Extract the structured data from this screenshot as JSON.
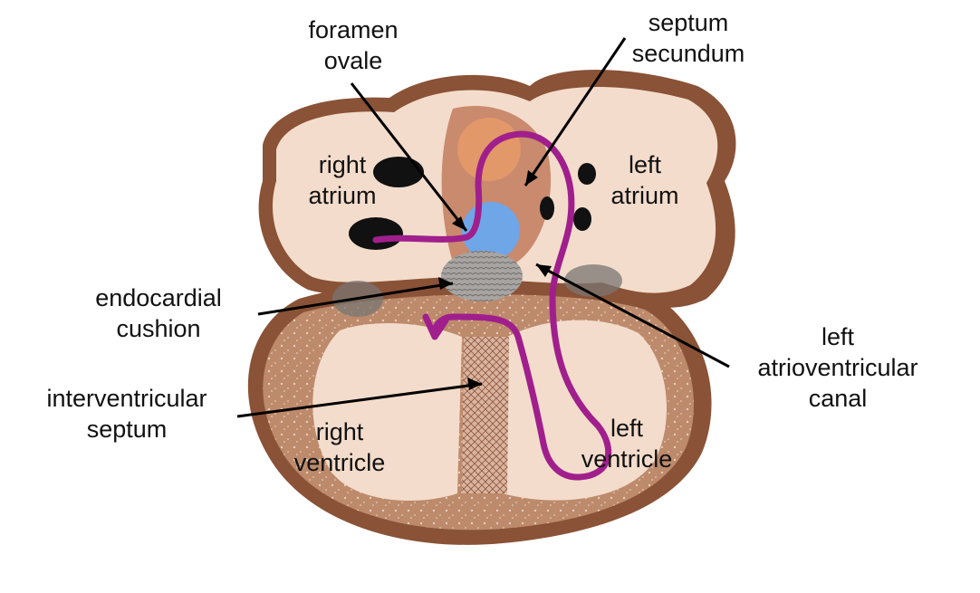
{
  "colors": {
    "wall_outer": "#8a5236",
    "wall_inner": "#bd8a6c",
    "chamber": "#f3dccb",
    "septum_secundum": "#c98a6e",
    "septum_primum_disc": "#e29868",
    "foramen_ovale": "#6fa6e8",
    "blood_path": "#a01f8c",
    "cushion": "#9c9a98",
    "vessel_openings": "#111111",
    "leader_lines": "#000000"
  },
  "labels": {
    "foramen_ovale": [
      "foramen",
      "ovale"
    ],
    "septum_secundum": [
      "septum",
      "secundum"
    ],
    "right_atrium": [
      "right",
      "atrium"
    ],
    "left_atrium": [
      "left",
      "atrium"
    ],
    "endocardial_cushion": [
      "endocardial",
      "cushion"
    ],
    "left_av_canal": [
      "left",
      "atrioventricular",
      "canal"
    ],
    "interventricular_septum": [
      "interventricular",
      "septum"
    ],
    "right_ventricle": [
      "right",
      "ventricle"
    ],
    "left_ventricle": [
      "left",
      "ventricle"
    ]
  }
}
